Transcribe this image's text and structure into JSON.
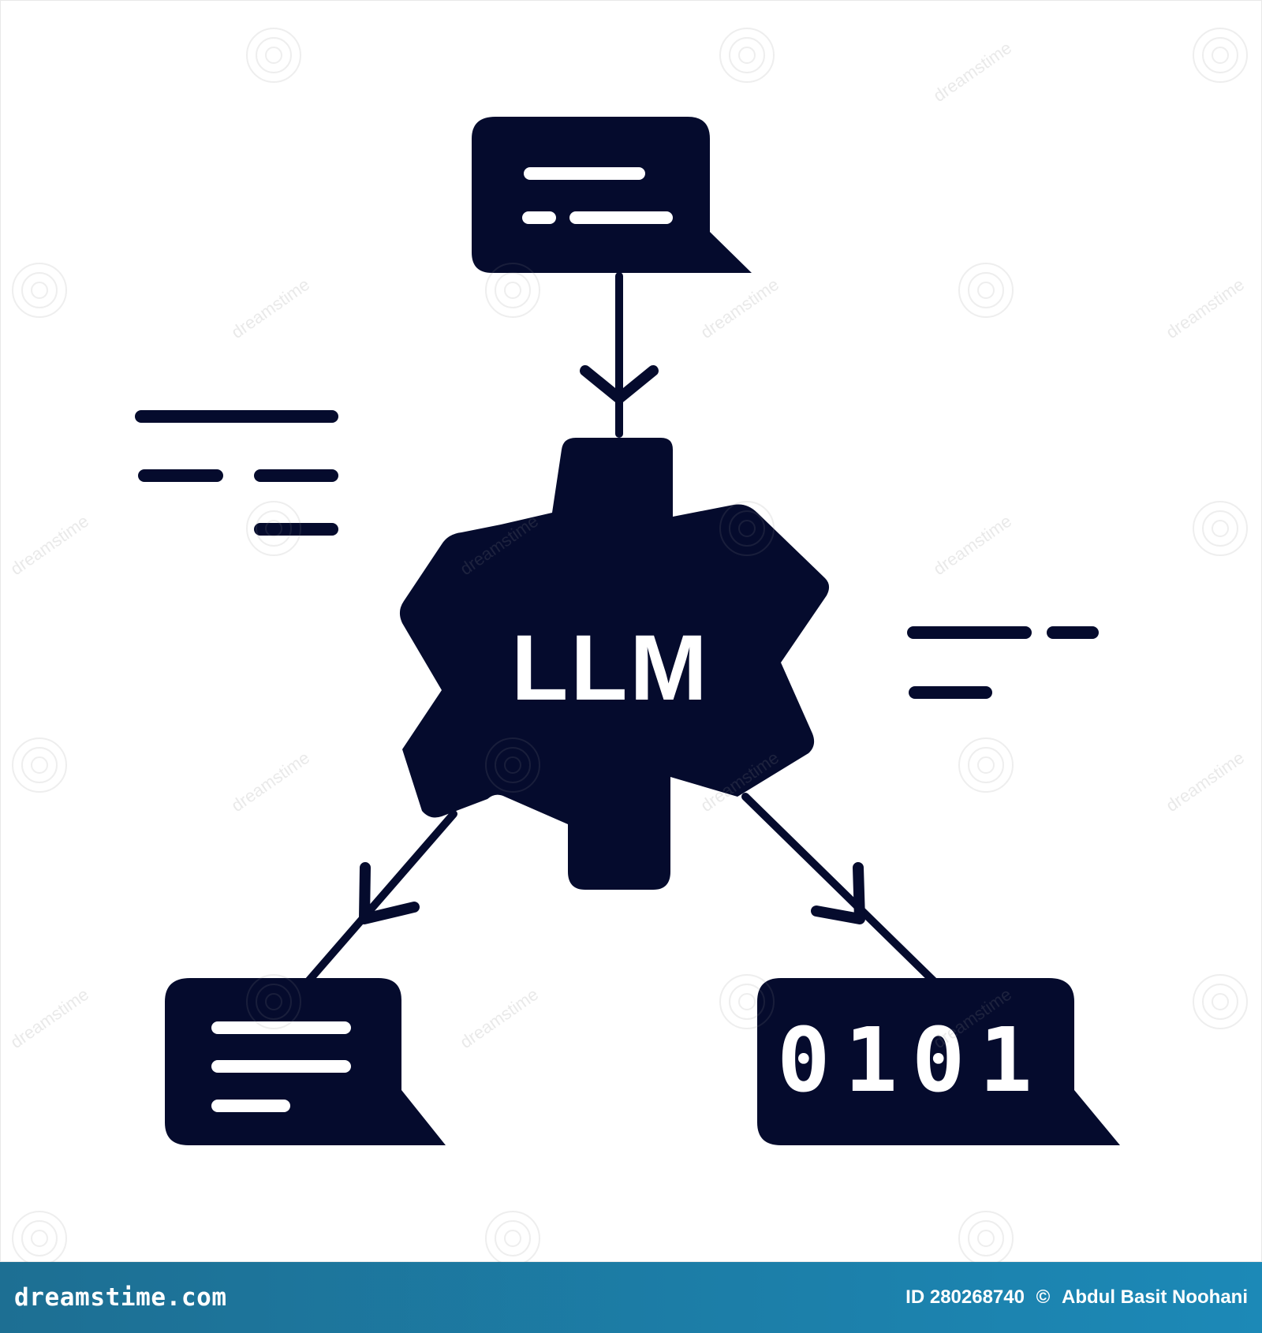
{
  "diagram": {
    "center_label": "LLM",
    "binary_label": "0101",
    "colors": {
      "primary": "#050b2d",
      "background": "#ffffff",
      "footer": "#1c7ea8",
      "footer_text": "#ffffff"
    },
    "icons": {
      "top_node": "speech-bubble-icon",
      "center_node": "gear-icon",
      "left_node": "speech-bubble-icon",
      "right_node": "binary-speech-bubble-icon"
    }
  },
  "watermark": {
    "text": "dreamstime",
    "logo": "dreamstime-spiral-logo"
  },
  "footer": {
    "brand": "dreamstime.com",
    "id_text": "ID 280268740",
    "copyright": "©",
    "author": "Abdul Basit Noohani"
  }
}
